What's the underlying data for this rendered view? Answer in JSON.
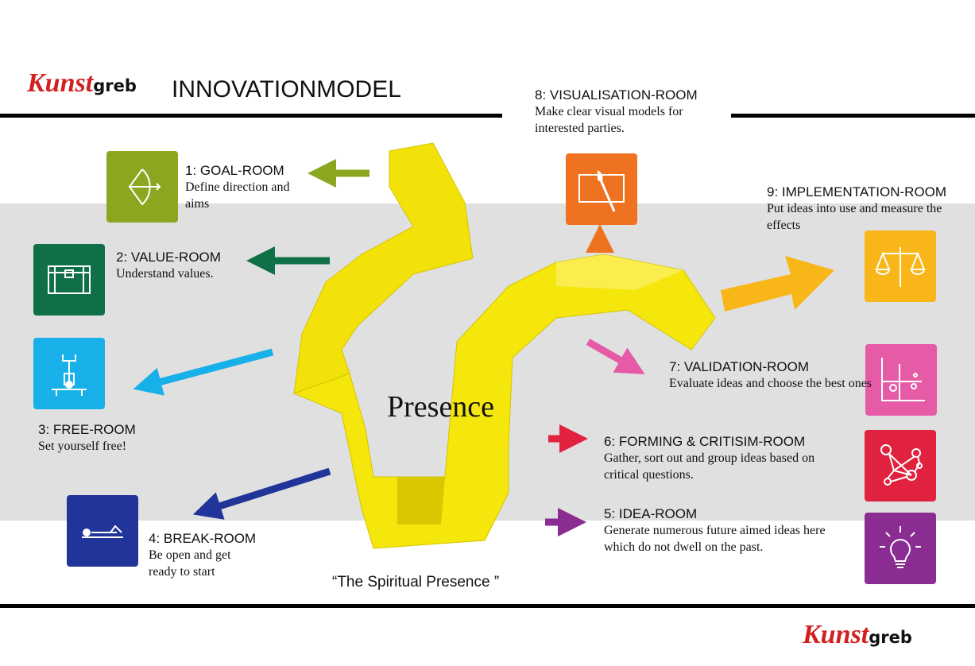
{
  "header": {
    "logo": "Kunstgreb",
    "title": "INNOVATIONMODEL"
  },
  "center": {
    "label": "Presence",
    "caption": "“The Spiritual Presence ”"
  },
  "rooms": [
    {
      "title": "1: GOAL-ROOM",
      "desc": "Define direction and aims",
      "color": "#8ba71f",
      "icon": "bow-arrow-icon"
    },
    {
      "title": "2: VALUE-ROOM",
      "desc": "Understand values.",
      "color": "#0f7048",
      "icon": "treasure-chest-icon"
    },
    {
      "title": "3: FREE-ROOM",
      "desc": "Set yourself free!",
      "color": "#18b0e8",
      "icon": "free-person-icon"
    },
    {
      "title": "4: BREAK-ROOM",
      "desc": "Be open and get ready to start",
      "color": "#21349a",
      "icon": "lying-person-icon"
    },
    {
      "title": "5: IDEA-ROOM",
      "desc": "Generate numerous future aimed ideas here which do not dwell on the past.",
      "color": "#8a2c91",
      "icon": "lightbulb-icon"
    },
    {
      "title": "6: FORMING & CRITISIM-ROOM",
      "desc": "Gather, sort out and group ideas based on critical questions.",
      "color": "#e0223f",
      "icon": "network-icon"
    },
    {
      "title": "7: VALIDATION-ROOM",
      "desc": "Evaluate ideas and choose the best ones",
      "color": "#e65ba6",
      "icon": "scatter-plot-icon"
    },
    {
      "title": "8: VISUALISATION-ROOM",
      "desc": "Make clear visual models for interested parties.",
      "color": "#ef7221",
      "icon": "canvas-brush-icon"
    },
    {
      "title": "9: IMPLEMENTATION-ROOM",
      "desc": "Put ideas into use and measure the effects",
      "color": "#f8b618",
      "icon": "scales-icon"
    }
  ],
  "footer": {
    "logo": "Kunstgreb"
  }
}
